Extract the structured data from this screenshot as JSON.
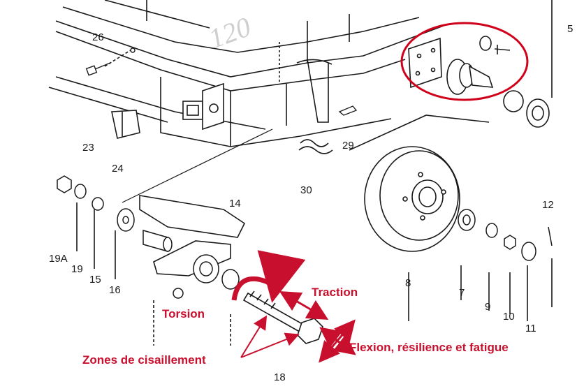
{
  "watermark": "120",
  "parts": {
    "p26": "26",
    "p23": "23",
    "p24": "24",
    "p29": "29",
    "p30": "30",
    "p5": "5",
    "p14": "14",
    "p19a": "19A",
    "p19": "19",
    "p15": "15",
    "p16": "16",
    "p8": "8",
    "p7": "7",
    "p9": "9",
    "p10": "10",
    "p11": "11",
    "p12": "12",
    "p18": "18"
  },
  "annotations": {
    "traction": "Traction",
    "torsion": "Torsion",
    "flexion": "Flexion, résilience et fatigue",
    "cisaillement": "Zones de cisaillement"
  },
  "colors": {
    "annotation": "#c8102e",
    "line": "#1a1a1a",
    "highlight_circle": "#d0021b"
  }
}
